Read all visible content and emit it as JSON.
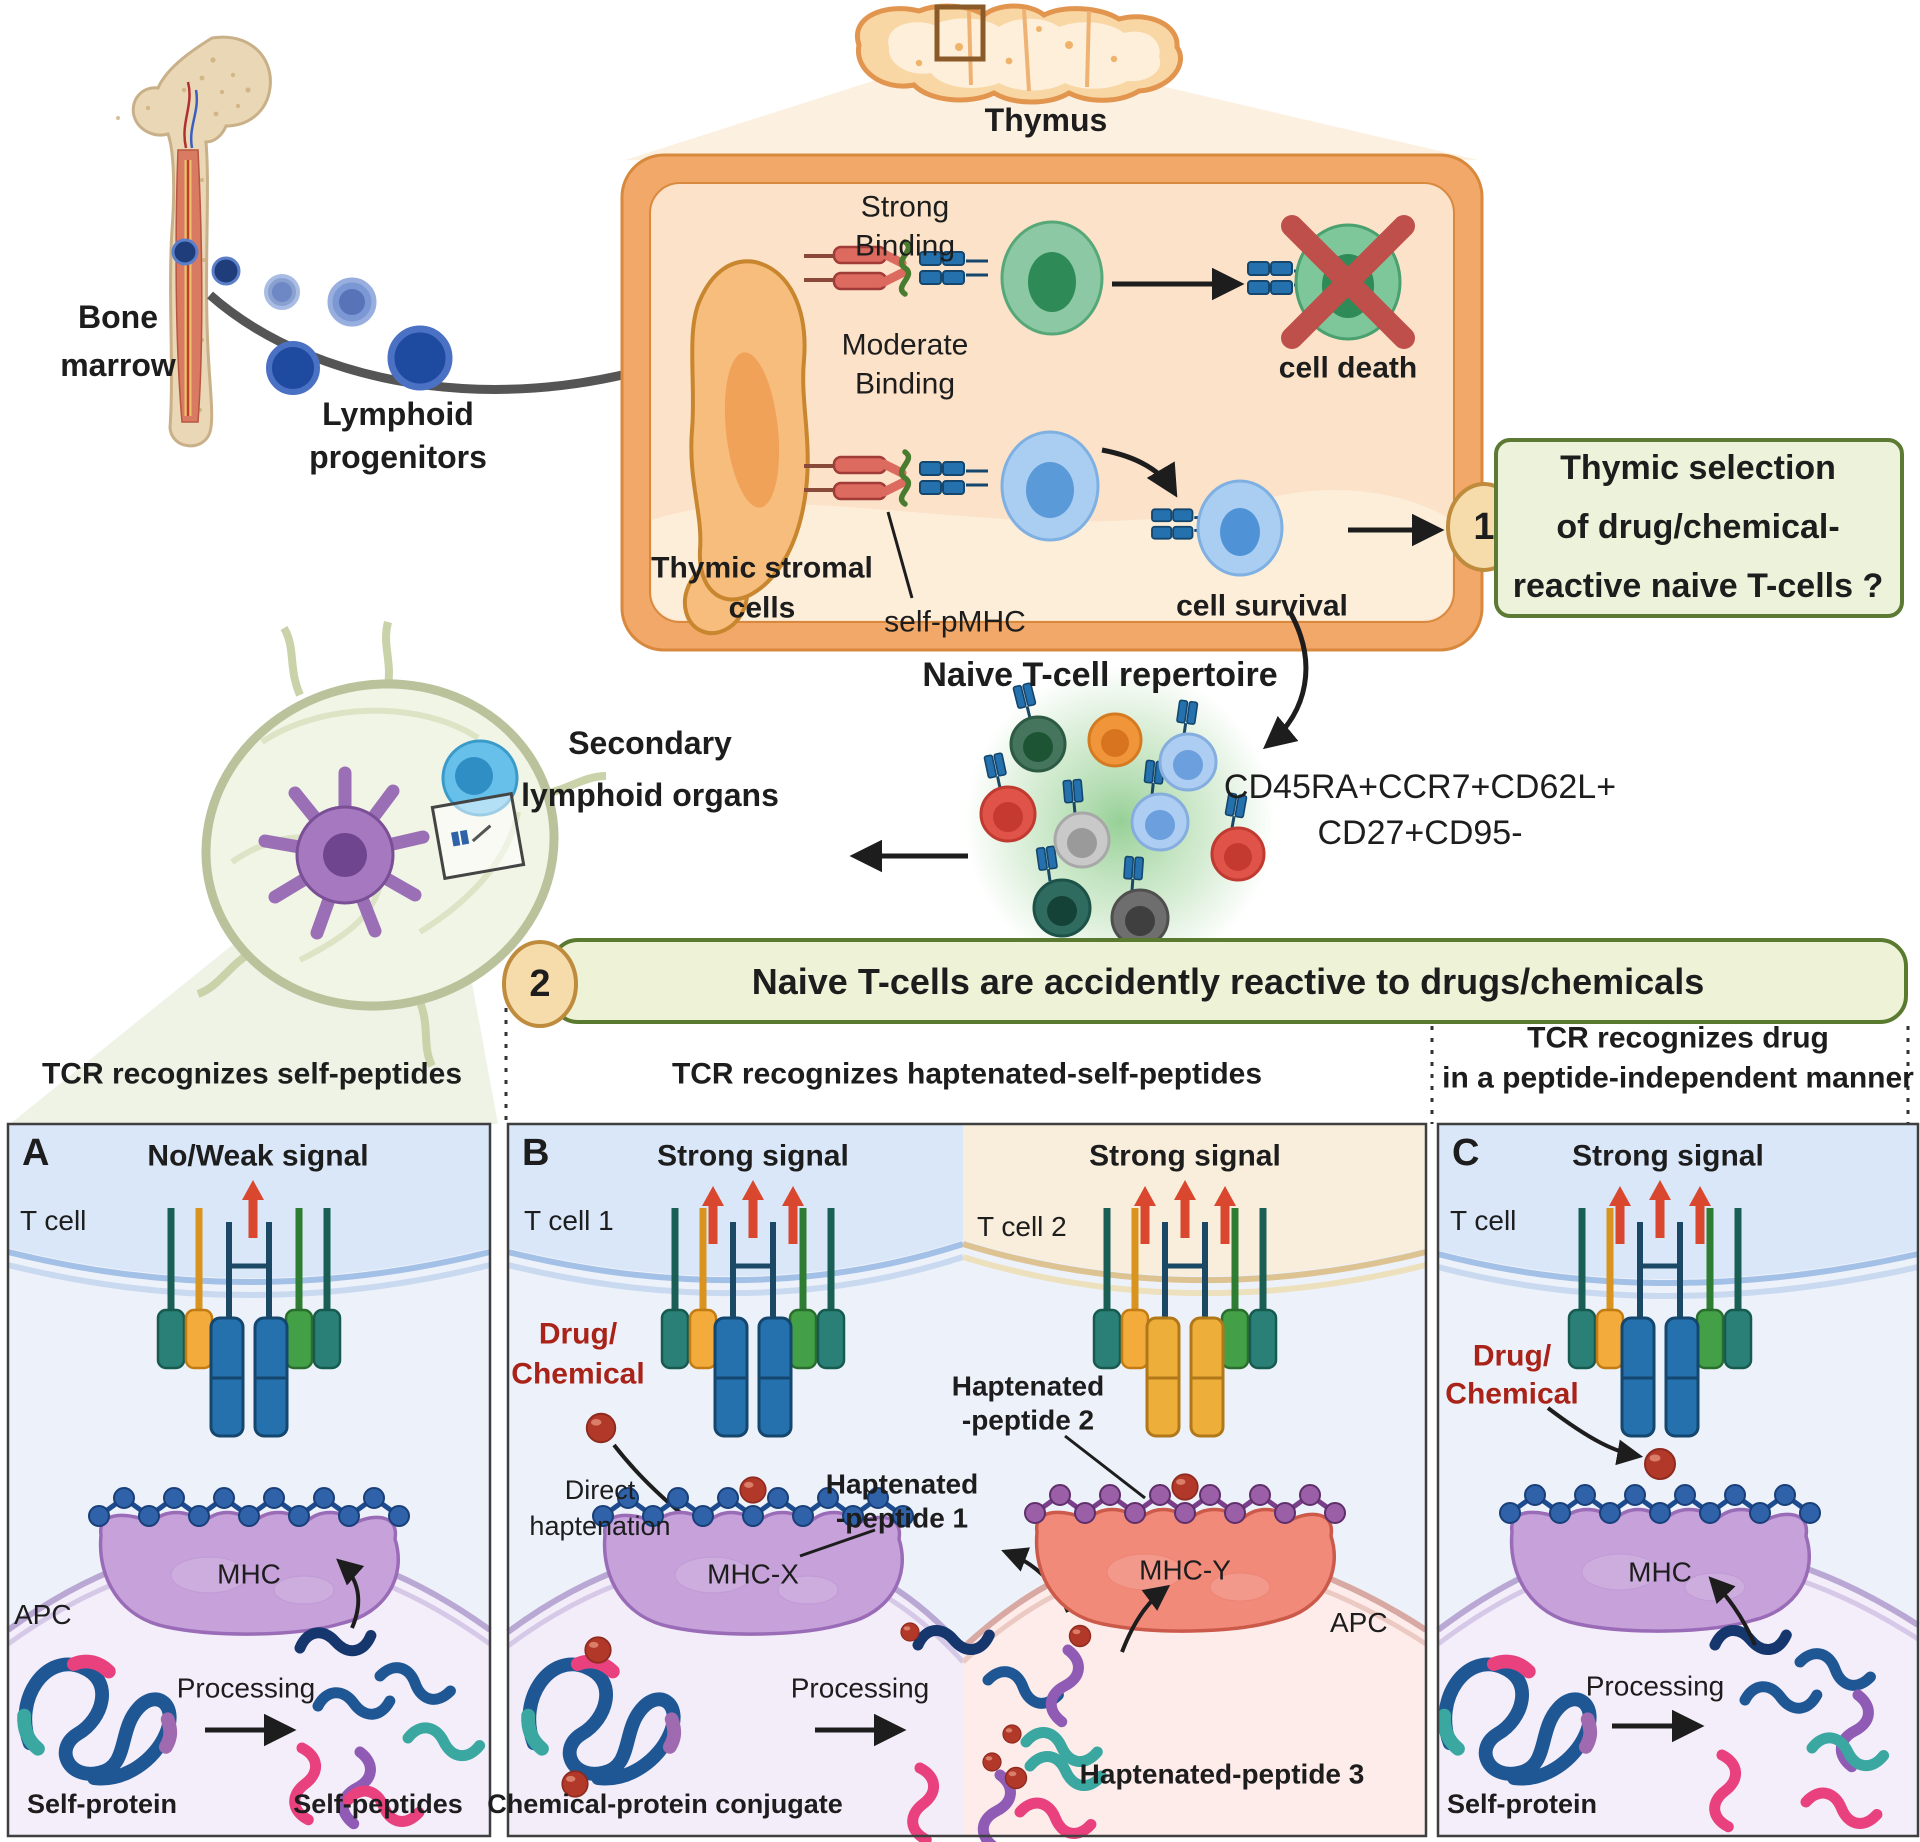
{
  "top": {
    "bone_marrow": {
      "line1": "Bone",
      "line2": "marrow"
    },
    "lymphoid_progenitors": {
      "line1": "Lymphoid",
      "line2": "progenitors"
    },
    "thymus": "Thymus",
    "strong_binding": {
      "line1": "Strong",
      "line2": "Binding"
    },
    "moderate_binding": {
      "line1": "Moderate",
      "line2": "Binding"
    },
    "thymic_stromal_cells": {
      "line1": "Thymic stromal",
      "line2": "cells"
    },
    "self_pmhc": "self-pMHC",
    "cell_death": "cell death",
    "cell_survival": "cell survival",
    "step1": {
      "badge": "1",
      "line1": "Thymic selection",
      "line2": "of drug/chemical-",
      "line3": "reactive naive T-cells ?"
    },
    "naive_repertoire": "Naive T-cell repertoire",
    "markers": {
      "line1": "CD45RA+CCR7+CD62L+",
      "line2": "CD27+CD95-"
    },
    "secondary_lymphoid": {
      "line1": "Secondary",
      "line2": "lymphoid organs"
    }
  },
  "step2": {
    "badge": "2",
    "text": "Naive T-cells are accidently reactive to drugs/chemicals"
  },
  "headers": {
    "a": "TCR recognizes self-peptides",
    "b": "TCR recognizes haptenated-self-peptides",
    "c1": "TCR recognizes drug",
    "c2": "in a peptide-independent manner"
  },
  "panel_a": {
    "letter": "A",
    "signal": "No/Weak signal",
    "t_cell": "T cell",
    "mhc": "MHC",
    "apc": "APC",
    "self_protein": "Self-protein",
    "processing": "Processing",
    "self_peptides": "Self-peptides"
  },
  "panel_b": {
    "letter": "B",
    "signal_1": "Strong signal",
    "signal_2": "Strong signal",
    "t_cell_1": "T cell 1",
    "t_cell_2": "T cell 2",
    "drug": {
      "line1": "Drug/",
      "line2": "Chemical"
    },
    "direct_haptenation": {
      "line1": "Direct",
      "line2": "haptenation"
    },
    "hp1": {
      "line1": "Haptenated",
      "line2": "-peptide 1"
    },
    "hp2": {
      "line1": "Haptenated",
      "line2": "-peptide 2"
    },
    "hp3": "Haptenated-peptide 3",
    "mhc_x": "MHC-X",
    "mhc_y": "MHC-Y",
    "apc": "APC",
    "conjugate": "Chemical-protein conjugate",
    "processing": "Processing"
  },
  "panel_c": {
    "letter": "C",
    "signal": "Strong signal",
    "t_cell": "T cell",
    "drug": {
      "line1": "Drug/",
      "line2": "Chemical"
    },
    "mhc": "MHC",
    "self_protein": "Self-protein",
    "processing": "Processing"
  },
  "colors": {
    "step_box_fill": "#edf3da",
    "banner_fill": "#eef3d8",
    "badge_fill": "#f6dcab",
    "drug_red": "#b2392a",
    "signal_red": "#d9472f",
    "mhc_purple": "#c6a1da",
    "mhc_red": "#f28a7a",
    "drug_text": "#a92318"
  }
}
